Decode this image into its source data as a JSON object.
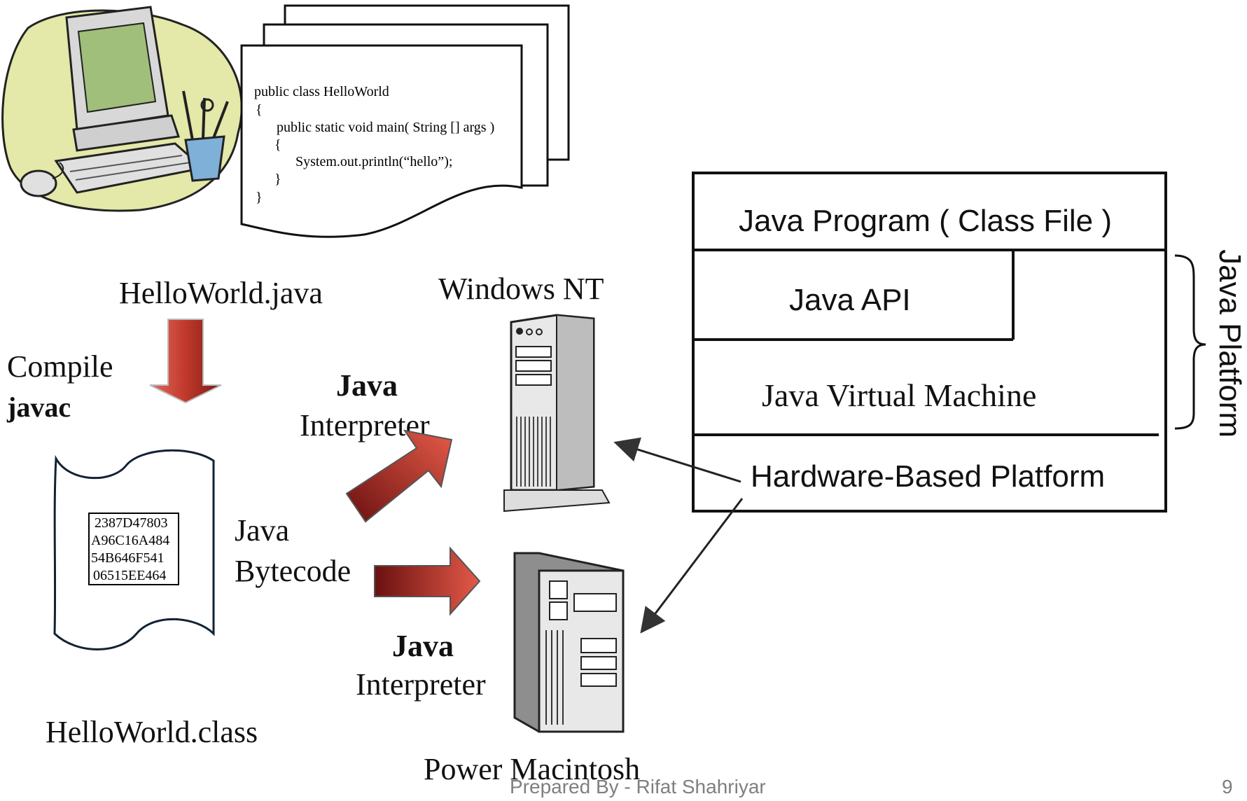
{
  "source_code": {
    "lines": [
      "public class HelloWorld",
      "{",
      "public static void main( String [] args )",
      "{",
      "System.out.println(“hello”);",
      "}",
      "}"
    ]
  },
  "labels": {
    "java_file": "HelloWorld.java",
    "compile": "Compile",
    "javac": "javac",
    "class_file": "HelloWorld.class",
    "bytecode_line1": "Java",
    "bytecode_line2": "Bytecode",
    "interp_top_bold": "Java",
    "interp_top": "Interpreter",
    "interp_bottom_bold": "Java",
    "interp_bottom": "Interpreter",
    "windows_nt": "Windows NT",
    "power_mac": "Power Macintosh"
  },
  "bytecode_hex": [
    "2387D47803",
    "A96C16A484",
    "54B646F541",
    "06515EE464"
  ],
  "platform_stack": {
    "program": "Java Program ( Class File )",
    "api": "Java API",
    "jvm": "Java Virtual Machine",
    "hardware": "Hardware-Based Platform",
    "brace_label": "Java Platform"
  },
  "footer": {
    "credit": "Prepared By - Rifat Shahriyar",
    "page_number": "9"
  },
  "colors": {
    "arrow_dark": "#6e1414",
    "arrow_light": "#e05a4a",
    "blob": "#e4e8a8",
    "monitor_screen": "#9fbf7a",
    "footer_text": "#7f7f7f"
  }
}
